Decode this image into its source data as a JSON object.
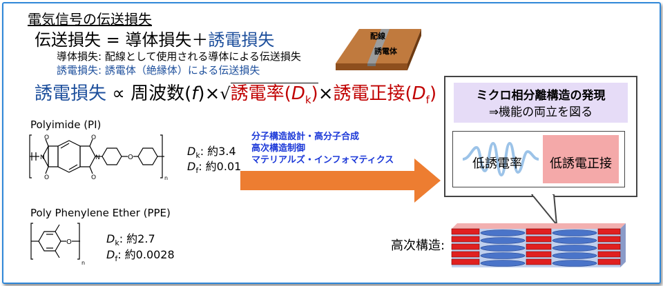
{
  "title": "電気信号の伝送損失",
  "formula1": {
    "lhs": "伝送損失 = 導体損失＋",
    "rhs": "誘電損失"
  },
  "def_conductor": "導体損失: 配線として使用される導体による伝送損失",
  "def_dielectric": "誘電損失: 誘電体（絶縁体）による伝送損失",
  "formula2": {
    "part1": "誘電損失",
    "part2": " ∝ 周波数(",
    "f": "f",
    "part3": ")×",
    "sqrt": "√",
    "perm": "誘電率(",
    "D": "D",
    "k": "k",
    "close": ")",
    "times": "×",
    "tan": "誘電正接(",
    "f_sub": "f"
  },
  "board": {
    "wire_label": "配線",
    "dielectric_label": "誘電体"
  },
  "pi": {
    "name": "Polyimide (PI)",
    "dk_label": ": 約3.4",
    "df_label": ": 約0.01",
    "n": "n"
  },
  "ppe": {
    "name": "Poly Phenylene Ether (PPE)",
    "dk_label": ": 約2.7",
    "df_label": ": 約0.0028",
    "n": "n"
  },
  "arrow_text": [
    "分子構造設計・高分子合成",
    "高次構造制御",
    "マテリアルズ・インフォマティクス"
  ],
  "bubble": {
    "title": "ミクロ相分離構造の発現",
    "subtitle": "⇒機能の両立を図る",
    "low_dk": "低誘電率",
    "low_df": "低誘電正接"
  },
  "higher_order_label": "高次構造:",
  "colors": {
    "frame": "#2f87d8",
    "arrow": "#ed7d31",
    "bubble_purple": "#e6dcf7",
    "pink": "#f4a9a9",
    "blue_text": "#1d4f9c",
    "red_text": "#c00000",
    "bar_red": "#e02020",
    "bar_blue": "#4a74c9"
  }
}
